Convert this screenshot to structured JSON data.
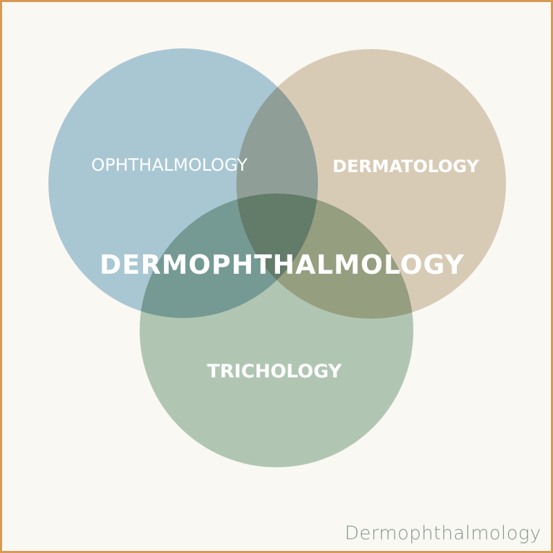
{
  "diagram": {
    "type": "venn",
    "sets": [
      {
        "label": "OPHTHALMOLOGY",
        "color": "#a9c7d3"
      },
      {
        "label": "DERMATOLOGY",
        "color": "#d8cbb6"
      },
      {
        "label": "TRICHOLOGY",
        "color": "#a8bfaa"
      }
    ],
    "center_label": "DERMOPHTHALMOLOGY",
    "caption": "Dermophthalmology",
    "border_color": "#d69a55",
    "background": "#faf8f3"
  }
}
